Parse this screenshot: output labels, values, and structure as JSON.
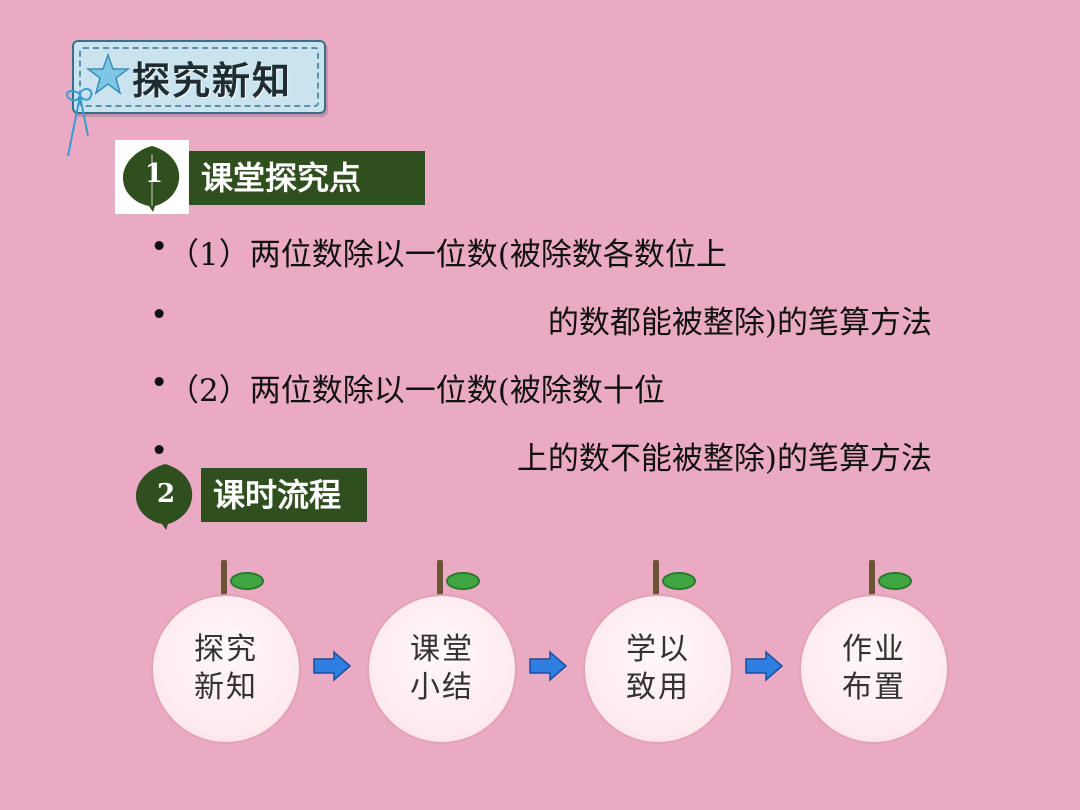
{
  "title": "探究新知",
  "section1": {
    "number": "1",
    "label": "课堂探究点"
  },
  "bullets": [
    {
      "marker": "•",
      "text": "（1）两位数除以一位数(被除数各数位上"
    },
    {
      "marker": "•",
      "text": "的数都能被整除)的笔算方法"
    },
    {
      "marker": "•",
      "text": "（2）两位数除以一位数(被除数十位"
    },
    {
      "marker": "•",
      "text": "上的数不能被整除)的笔算方法"
    }
  ],
  "section2": {
    "number": "2",
    "label": "课时流程"
  },
  "flow": [
    {
      "line1": "探究",
      "line2": "新知"
    },
    {
      "line1": "课堂",
      "line2": "小结"
    },
    {
      "line1": "学以",
      "line2": "致用"
    },
    {
      "line1": "作业",
      "line2": "布置"
    }
  ],
  "colors": {
    "background": "#EBAAC4",
    "section_label": "#2F4F1E",
    "leaf": "#2F4F1E",
    "arrow": "#2E7FE0",
    "title_tag": "#C9E4EE"
  },
  "icons": {
    "title": "star-icon",
    "section": "leaf-icon",
    "flow_arrow": "arrow-right-icon"
  }
}
